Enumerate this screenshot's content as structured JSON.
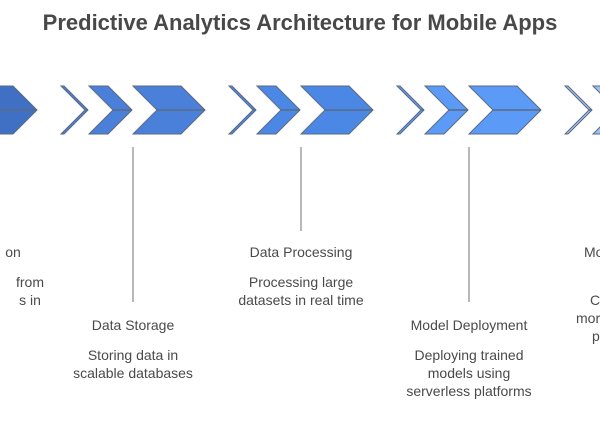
{
  "title": "Predictive Analytics Architecture for Mobile Apps",
  "stages": [
    {
      "label": "Data Collection",
      "visible_label": "on",
      "desc_lines": [
        "from",
        "s in"
      ],
      "color": "#4070c4"
    },
    {
      "label": "Data Storage",
      "desc_lines": [
        "Storing data in",
        "scalable databases"
      ],
      "color": "#4a80d9"
    },
    {
      "label": "Data Processing",
      "desc_lines": [
        "Processing large",
        "datasets in real time"
      ],
      "color": "#4b88e6"
    },
    {
      "label": "Model Deployment",
      "desc_lines": [
        "Deploying trained",
        "models using",
        "serverless platforms"
      ],
      "color": "#5b9af7"
    },
    {
      "label": "Mo",
      "desc_lines": [
        "C",
        "mor",
        "p"
      ],
      "color": "#9dbff8"
    }
  ],
  "colors": {
    "title": "#484848",
    "text": "#4a4a4a",
    "connector": "#a0a0a0",
    "outline": "#5a6a80"
  }
}
